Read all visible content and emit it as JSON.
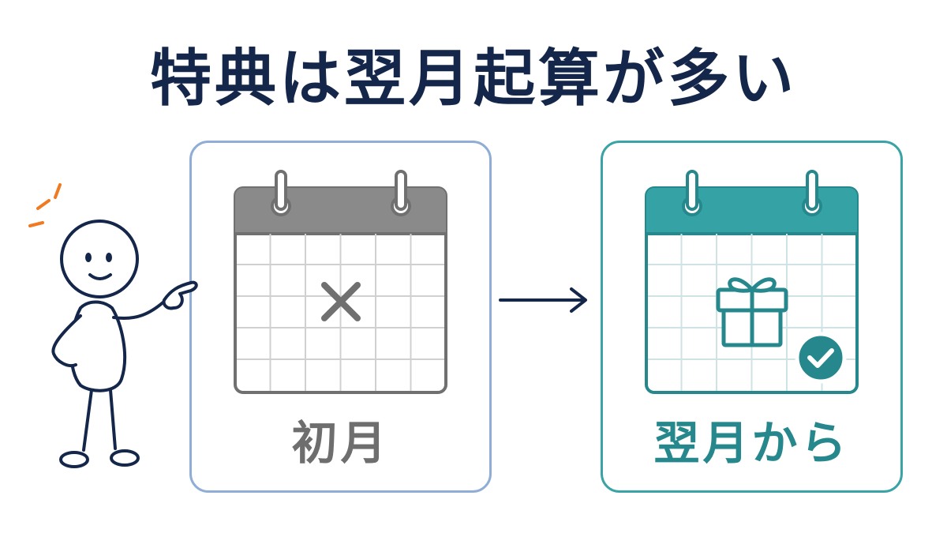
{
  "title": "特典は翌月起算が多い",
  "left_card": {
    "label": "初月",
    "icon": "calendar-x-icon"
  },
  "right_card": {
    "label": "翌月から",
    "icon": "calendar-gift-icon",
    "badge_icon": "check-icon"
  },
  "arrow_icon": "arrow-right-icon",
  "figure_icon": "stick-figure-pointing",
  "colors": {
    "title": "#14274a",
    "left_border": "#8fadd6",
    "left_label": "#6e6e6e",
    "right_border": "#3aa3a6",
    "right_label": "#26888c",
    "accent_orange": "#f07a22"
  }
}
